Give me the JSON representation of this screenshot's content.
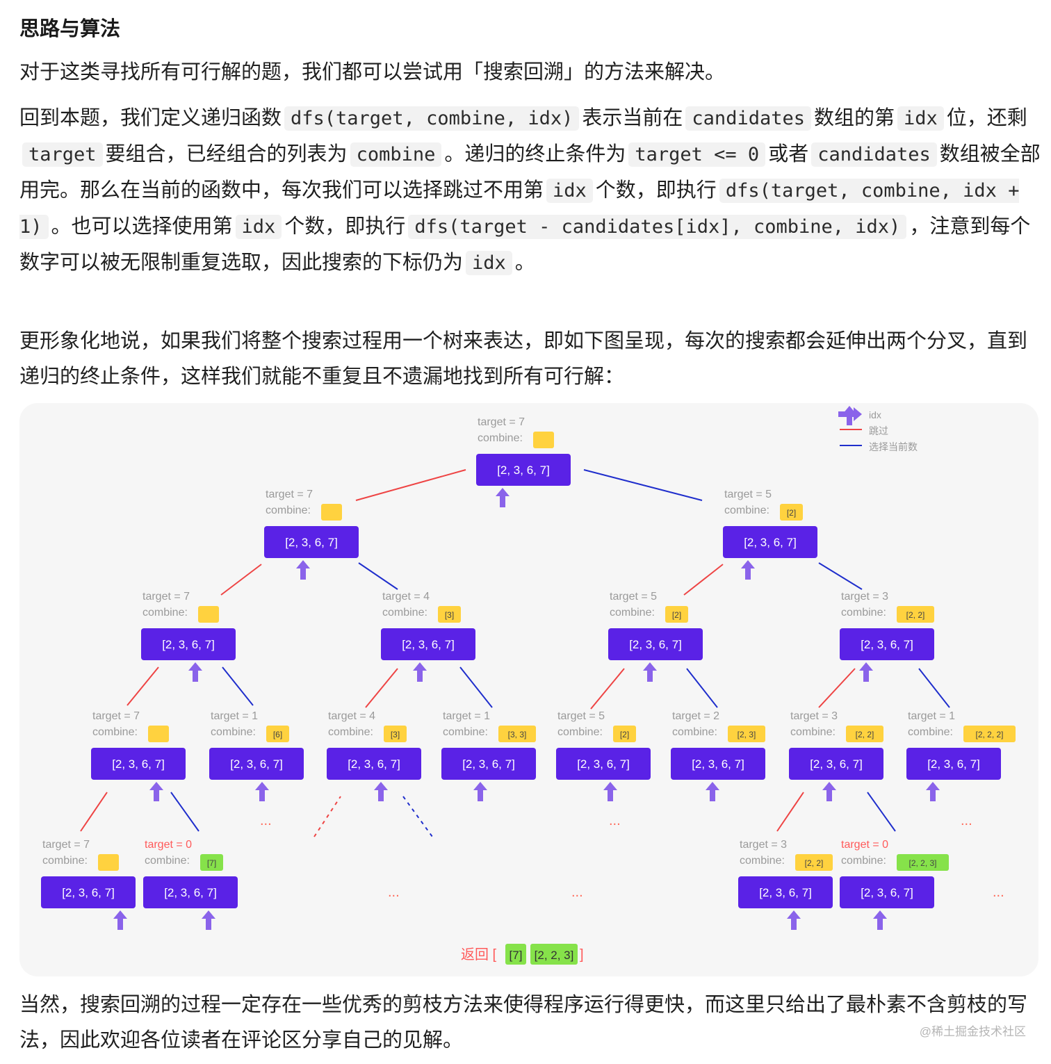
{
  "heading": "思路与算法",
  "para1": "对于这类寻找所有可行解的题，我们都可以尝试用「搜索回溯」的方法来解决。",
  "para2": {
    "t1": "回到本题，我们定义递归函数",
    "c1": "dfs(target, combine, idx)",
    "t2": "表示当前在",
    "c2": "candidates",
    "t3": "数组的第",
    "c3": "idx",
    "t4": "位，还剩",
    "c4": "target",
    "t5": "要组合，已经组合的列表为",
    "c5": "combine",
    "t6": "。递归的终止条件为",
    "c6": "target <= 0",
    "t7": "或者",
    "c7": "candidates",
    "t8": "数组被全部用完。那么在当前的函数中，每次我们可以选择跳过不用第",
    "c8": "idx",
    "t9": "个数，即执行",
    "c9": "dfs(target, combine, idx + 1)",
    "t10": "。也可以选择使用第",
    "c10": "idx",
    "t11": "个数，即执行",
    "c11": "dfs(target - candidates[idx], combine, idx)",
    "t12": "，注意到每个数字可以被无限制重复选取，因此搜索的下标仍为",
    "c12": "idx",
    "t13": "。"
  },
  "para3": "更形象化地说，如果我们将整个搜索过程用一个树来表达，即如下图呈现，每次的搜索都会延伸出两个分叉，直到递归的终止条件，这样我们就能不重复且不遗漏地找到所有可行解：",
  "para4": "当然，搜索回溯的过程一定存在一些优秀的剪枝方法来使得程序运行得更快，而这里只给出了最朴素不含剪枝的写法，因此欢迎各位读者在评论区分享自己的见解。",
  "watermark": "@稀土掘金技术社区",
  "diagram": {
    "legend": {
      "idx": "idx",
      "skip": "跳过",
      "choose": "选择当前数"
    },
    "node_label": "[2, 3, 6, 7]",
    "combine_label": "combine:",
    "ellipsis": "...",
    "result": {
      "prefix": "返回 [",
      "items": [
        "[7]",
        "[2, 2, 3]"
      ],
      "suffix": "]"
    },
    "colors": {
      "node": "#5a22e6",
      "skip": "#ee4444",
      "choose": "#1f2ecc",
      "arrow": "#8a63ea",
      "empty": "#ffd23f",
      "found": "#86e24a"
    },
    "nodes": [
      {
        "target": "target = 7",
        "combine": ""
      },
      {
        "target": "target = 7",
        "combine": ""
      },
      {
        "target": "target = 5",
        "combine": "[2]"
      },
      {
        "target": "target = 7",
        "combine": ""
      },
      {
        "target": "target = 4",
        "combine": "[3]"
      },
      {
        "target": "target = 5",
        "combine": "[2]"
      },
      {
        "target": "target = 3",
        "combine": "[2, 2]"
      },
      {
        "target": "target = 7",
        "combine": ""
      },
      {
        "target": "target = 1",
        "combine": "[6]"
      },
      {
        "target": "target = 4",
        "combine": "[3]"
      },
      {
        "target": "target = 1",
        "combine": "[3, 3]"
      },
      {
        "target": "target = 5",
        "combine": "[2]"
      },
      {
        "target": "target = 2",
        "combine": "[2, 3]"
      },
      {
        "target": "target = 3",
        "combine": "[2, 2]"
      },
      {
        "target": "target = 1",
        "combine": "[2, 2, 2]"
      },
      {
        "target": "target = 7",
        "combine": ""
      },
      {
        "target": "target = 0",
        "combine": "[7]"
      },
      {
        "target": "target = 3",
        "combine": "[2, 2]"
      },
      {
        "target": "target = 0",
        "combine": "[2, 2, 3]"
      }
    ]
  }
}
